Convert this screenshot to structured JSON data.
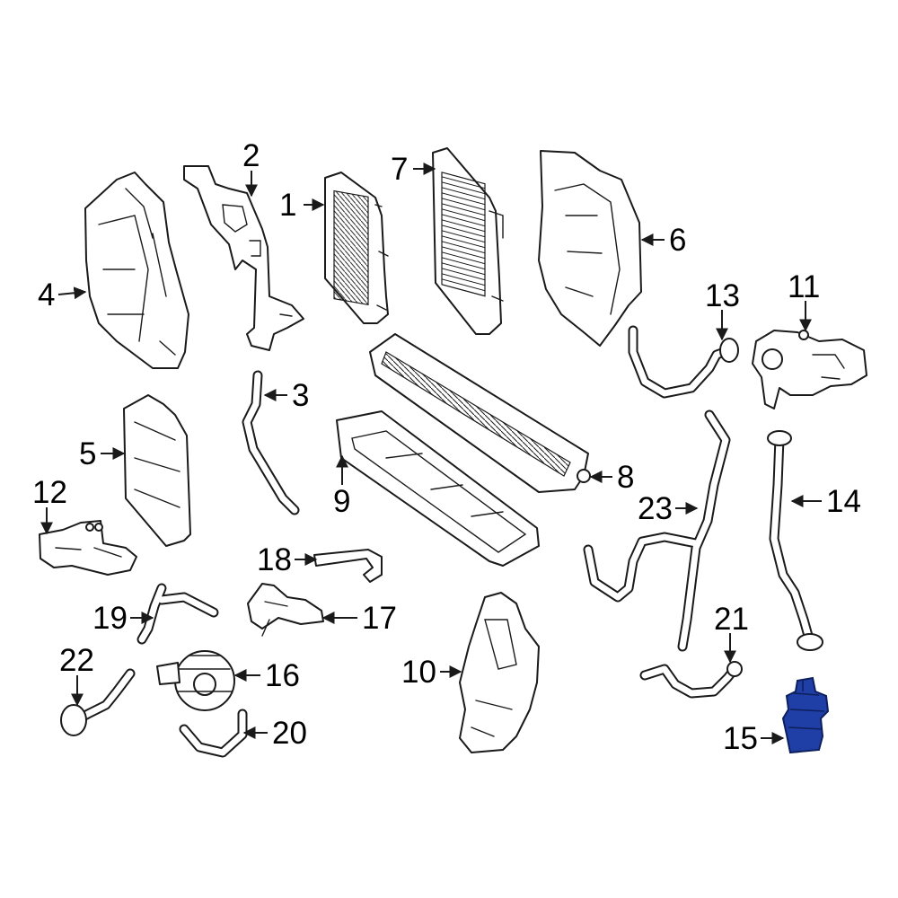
{
  "diagram": {
    "callouts": [
      "1",
      "2",
      "3",
      "4",
      "5",
      "6",
      "7",
      "8",
      "9",
      "10",
      "11",
      "12",
      "13",
      "14",
      "15",
      "16",
      "17",
      "18",
      "19",
      "20",
      "21",
      "22",
      "23"
    ],
    "highlighted_part": "15",
    "colors": {
      "line": "#1a1a1a",
      "background": "#ffffff",
      "highlight": "#1f3fa6"
    }
  }
}
